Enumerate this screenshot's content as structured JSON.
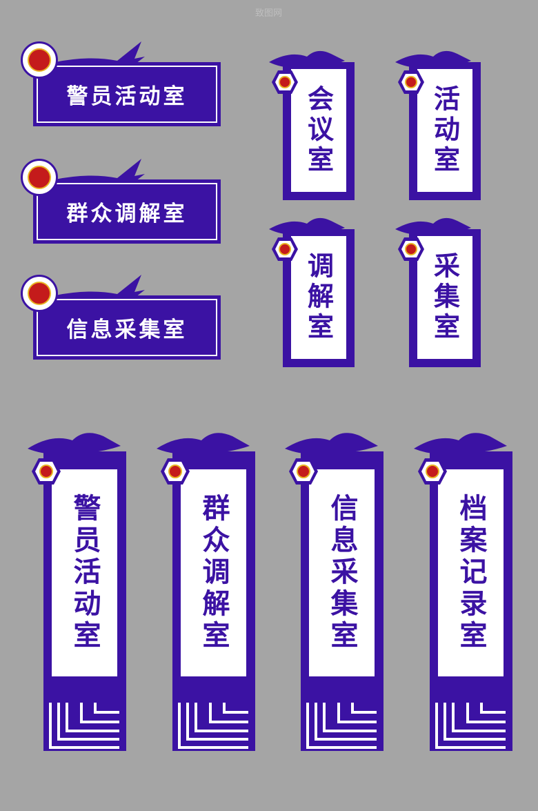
{
  "colors": {
    "primary": "#3b12a3",
    "background": "#a5a5a5",
    "panel": "#ffffff",
    "emblem_red": "#c41b1b",
    "emblem_gold": "#e8b422"
  },
  "watermark": "致图网",
  "horizontal_signs": [
    {
      "label": "警员活动室",
      "icon": "police-emblem-icon"
    },
    {
      "label": "群众调解室",
      "icon": "police-emblem-icon"
    },
    {
      "label": "信息采集室",
      "icon": "police-emblem-icon"
    }
  ],
  "small_vertical_signs": [
    {
      "label": "会议室",
      "icon": "police-emblem-icon"
    },
    {
      "label": "活动室",
      "icon": "police-emblem-icon"
    },
    {
      "label": "调解室",
      "icon": "police-emblem-icon"
    },
    {
      "label": "采集室",
      "icon": "police-emblem-icon"
    }
  ],
  "tall_vertical_signs": [
    {
      "label": "警员活动室",
      "icon": "police-emblem-icon"
    },
    {
      "label": "群众调解室",
      "icon": "police-emblem-icon"
    },
    {
      "label": "信息采集室",
      "icon": "police-emblem-icon"
    },
    {
      "label": "档案记录室",
      "icon": "police-emblem-icon"
    }
  ]
}
